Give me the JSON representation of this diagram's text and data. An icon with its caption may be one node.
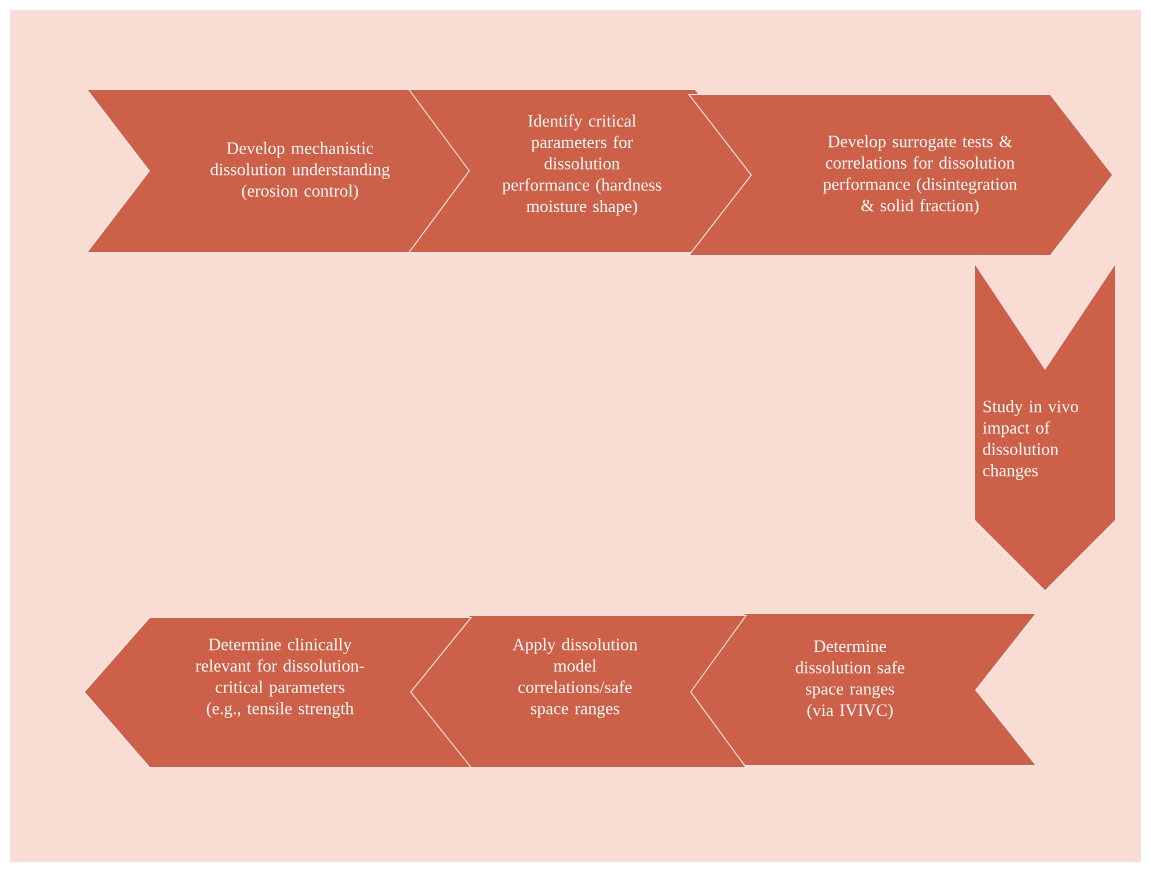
{
  "diagram": {
    "nodes": [
      {
        "text": [
          "Develop mechanistic dissolution understanding (erosion control)"
        ]
      },
      {
        "text": [
          "Identify critical parameters for dissolution performance (hardness moisture shape)"
        ]
      },
      {
        "text": [
          "Develop surrogate tests & correlations for dissolution performance (disintegration & solid fraction)"
        ]
      },
      {
        "text": [
          "Study in vivo impact of dissolution changes"
        ]
      },
      {
        "text": [
          "Determine dissolution safe space ranges (via IVIVC)"
        ]
      },
      {
        "text": [
          "Apply dissolution model correlations/safe space ranges"
        ]
      },
      {
        "text": [
          "Determine clinically relevant for dissolution-critical parameters (e.g., tensile strength"
        ]
      }
    ]
  }
}
